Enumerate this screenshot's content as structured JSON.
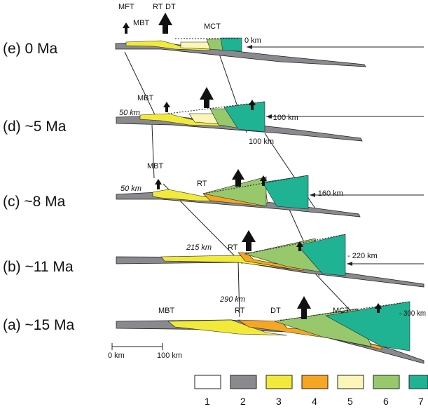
{
  "stages": [
    {
      "id": "e",
      "label": "(e)  0 Ma",
      "distance": "0 km",
      "faults": [
        "MFT",
        "MBT",
        "RT",
        "DT",
        "MCT"
      ]
    },
    {
      "id": "d",
      "label": "(d) ~5 Ma",
      "distance": "- 100 km",
      "extra": [
        "50 km",
        "100 km"
      ],
      "faults": [
        "MBT"
      ]
    },
    {
      "id": "c",
      "label": "(c) ~8 Ma",
      "distance": "- 160 km",
      "extra": [
        "50 km"
      ],
      "faults": [
        "MBT",
        "RT"
      ]
    },
    {
      "id": "b",
      "label": "(b) ~11 Ma",
      "distance": "- 220 km",
      "extra": [
        "215 km"
      ],
      "faults": [
        "RT"
      ]
    },
    {
      "id": "a",
      "label": "(a) ~15 Ma",
      "distance": "- 300 km",
      "extra": [
        "290 km"
      ],
      "faults": [
        "MBT",
        "RT",
        "DT",
        "MCT"
      ]
    }
  ],
  "scale": {
    "start": "0 km",
    "end": "100 km"
  },
  "legend": [
    {
      "num": "1",
      "color": "#ffffff"
    },
    {
      "num": "2",
      "color": "#8a8a8e"
    },
    {
      "num": "3",
      "color": "#f2ea3a"
    },
    {
      "num": "4",
      "color": "#f5a623"
    },
    {
      "num": "5",
      "color": "#fbf6b8"
    },
    {
      "num": "6",
      "color": "#98c86c"
    },
    {
      "num": "7",
      "color": "#1fb394"
    }
  ]
}
